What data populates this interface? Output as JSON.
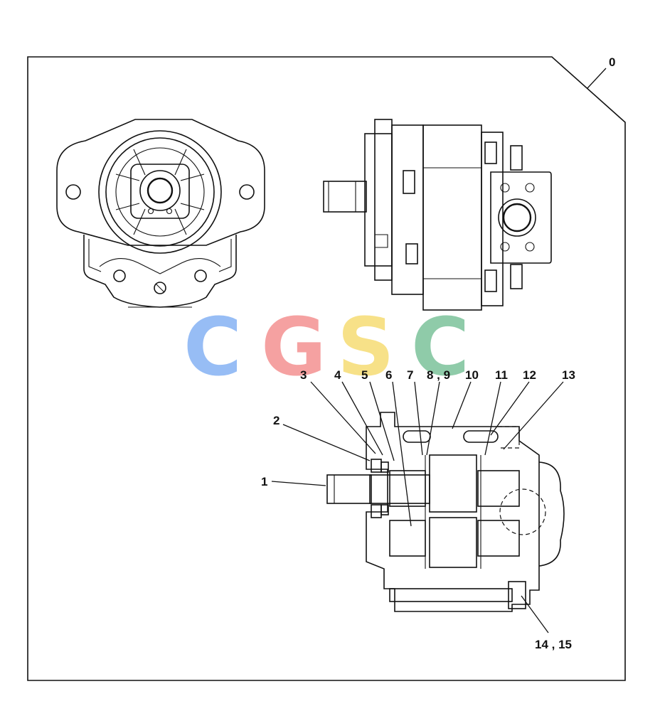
{
  "diagram": {
    "assembly_label": "0",
    "callouts": [
      {
        "id": "c1",
        "text": "1"
      },
      {
        "id": "c2",
        "text": "2"
      },
      {
        "id": "c3",
        "text": "3"
      },
      {
        "id": "c4",
        "text": "4"
      },
      {
        "id": "c5",
        "text": "5"
      },
      {
        "id": "c6",
        "text": "6"
      },
      {
        "id": "c7",
        "text": "7"
      },
      {
        "id": "c8",
        "text": "8 , 9"
      },
      {
        "id": "c10",
        "text": "10"
      },
      {
        "id": "c11",
        "text": "11"
      },
      {
        "id": "c12",
        "text": "12"
      },
      {
        "id": "c13",
        "text": "13"
      },
      {
        "id": "c14",
        "text": "14 , 15"
      }
    ]
  },
  "watermark": {
    "letters": [
      "C",
      "G",
      "S",
      "C"
    ],
    "colors": [
      "#8fb8f5",
      "#f59a9a",
      "#f7df7e",
      "#86c7a2"
    ]
  }
}
